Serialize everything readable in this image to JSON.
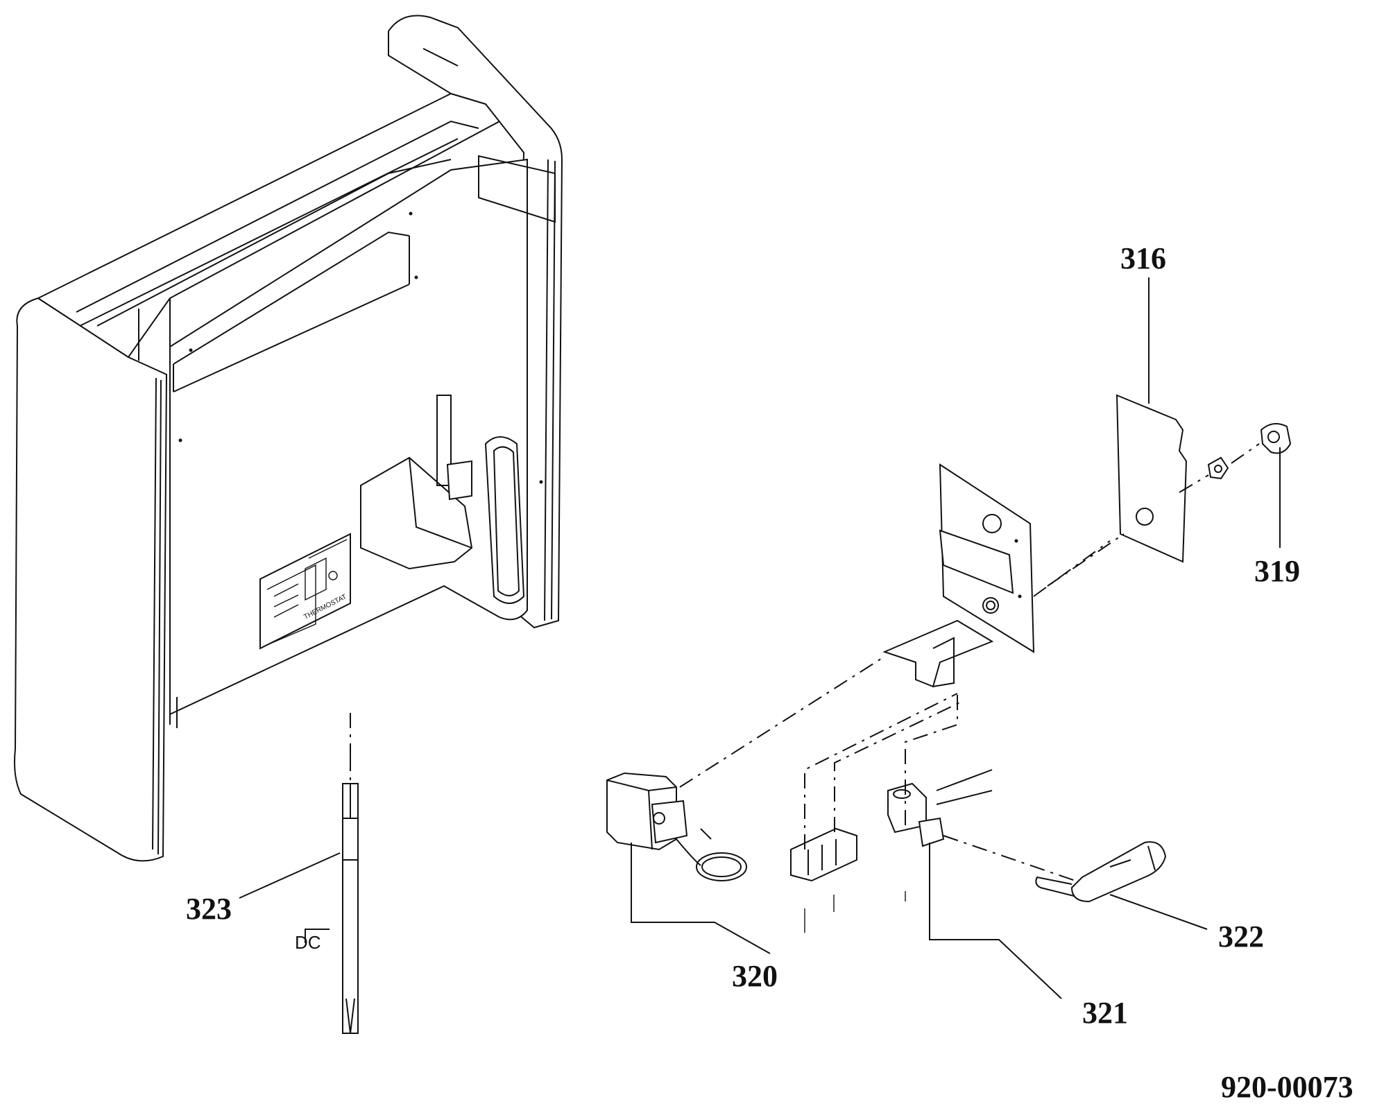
{
  "diagram": {
    "callouts": [
      {
        "id": "316",
        "text": "316"
      },
      {
        "id": "319",
        "text": "319"
      },
      {
        "id": "320",
        "text": "320"
      },
      {
        "id": "321",
        "text": "321"
      },
      {
        "id": "322",
        "text": "322"
      },
      {
        "id": "323",
        "text": "323"
      }
    ],
    "document_id": "920-00073",
    "panel_label": "THERMOSTAT",
    "probe_label": "DC"
  }
}
